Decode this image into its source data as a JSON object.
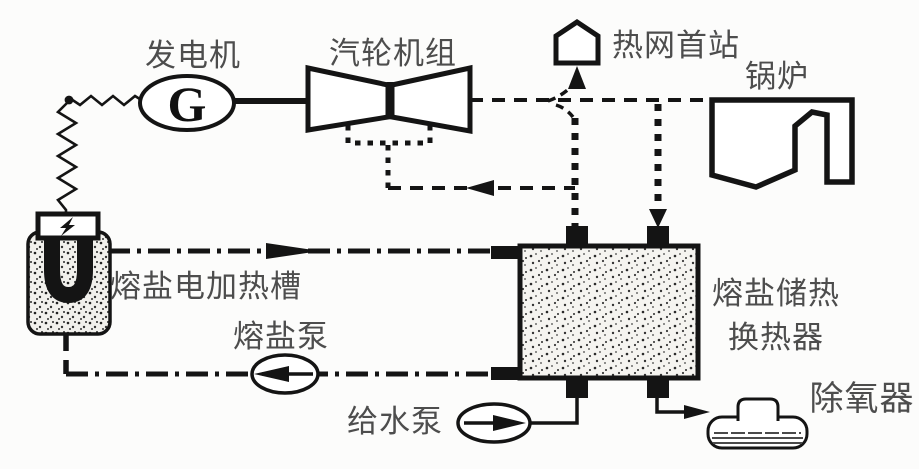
{
  "diagram": {
    "labels": {
      "generator": "发电机",
      "generator_symbol": "G",
      "turbine": "汽轮机组",
      "heat_network_station": "热网首站",
      "boiler": "锅炉",
      "electric_heater": "熔盐电加热槽",
      "salt_pump": "熔盐泵",
      "heat_exchanger_line1": "熔盐储热",
      "heat_exchanger_line2": "换热器",
      "feed_pump": "给水泵",
      "deaerator": "除氧器"
    },
    "colors": {
      "line": "#141414",
      "label": "#4d4d4d",
      "shape_fill": "#ffffff",
      "speckle_bg": "#f5f4f0",
      "background": "#fcfcfb"
    }
  }
}
